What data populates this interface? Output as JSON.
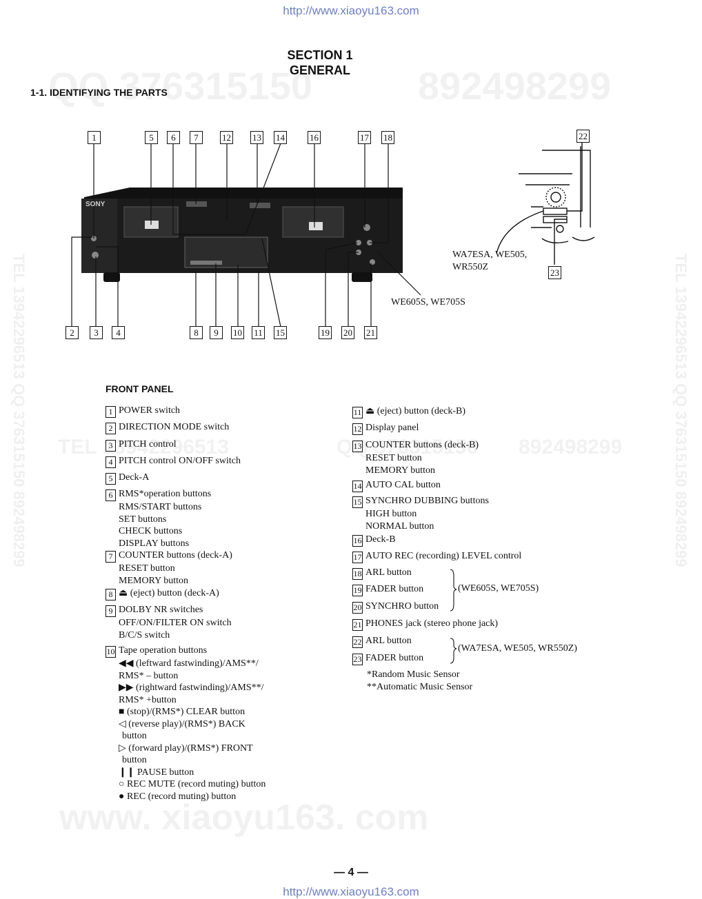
{
  "header_url": "http://www.xiaoyu163.com",
  "footer_url": "http://www.xiaoyu163.com",
  "watermarks": {
    "qq_top": "QQ 376315150",
    "num_top": "892498299",
    "tel_mid": "TEL 13942296513",
    "qq_mid": "QQ 376315150",
    "num_mid": "892498299",
    "site": "www. xiaoyu163. com",
    "side_left": "TEL 13942296513  QQ 376315150  892498299",
    "side_right": "TEL 13942296513  QQ 376315150  892498299"
  },
  "section": {
    "line1": "SECTION 1",
    "line2": "GENERAL"
  },
  "subtitle": "1-1. IDENTIFYING THE PARTS",
  "diagram": {
    "brand": "SONY",
    "top_callouts": [
      "1",
      "5",
      "6",
      "7",
      "12",
      "13",
      "14",
      "16",
      "17",
      "18"
    ],
    "bottom_callouts": [
      "2",
      "3",
      "4",
      "8",
      "9",
      "10",
      "11",
      "15",
      "19",
      "20",
      "21"
    ],
    "inset_callouts": [
      "22",
      "23"
    ],
    "label_inset": "WA7ESA, WE505, WR550Z",
    "label_inset_l1": "WA7ESA, WE505,",
    "label_inset_l2": "WR550Z",
    "label_front": "WE605S, WE705S"
  },
  "front_panel": {
    "heading": "FRONT PANEL",
    "left": [
      {
        "n": "1",
        "t": "POWER switch",
        "s": []
      },
      {
        "n": "2",
        "t": "DIRECTION MODE switch",
        "s": []
      },
      {
        "n": "3",
        "t": "PITCH control",
        "s": []
      },
      {
        "n": "4",
        "t": "PITCH control ON/OFF switch",
        "s": []
      },
      {
        "n": "5",
        "t": "Deck-A",
        "s": []
      },
      {
        "n": "6",
        "t": "RMS*operation buttons",
        "s": [
          "RMS/START buttons",
          "SET buttons",
          "CHECK buttons",
          "DISPLAY buttons"
        ]
      },
      {
        "n": "7",
        "t": "COUNTER buttons (deck-A)",
        "s": [
          "RESET button",
          "MEMORY button"
        ]
      },
      {
        "n": "8",
        "t": "⏏ (eject) button (deck-A)",
        "s": []
      },
      {
        "n": "9",
        "t": "DOLBY NR switches",
        "s": [
          "OFF/ON/FILTER ON switch",
          "B/C/S switch"
        ]
      },
      {
        "n": "10",
        "t": "Tape operation buttons",
        "s": [
          "◀◀ (leftward fastwinding)/AMS**/",
          "RMS* – button",
          "▶▶ (rightward fastwinding)/AMS**/",
          "RMS* +button",
          "■ (stop)/(RMS*) CLEAR button",
          "◁ (reverse play)/(RMS*) BACK",
          "button",
          "▷ (forward play)/(RMS*) FRONT",
          "button",
          "❙❙ PAUSE button",
          "○ REC MUTE (record muting) button",
          "● REC (record muting) button"
        ]
      }
    ],
    "right": [
      {
        "n": "11",
        "t": "⏏ (eject) button (deck-B)",
        "s": []
      },
      {
        "n": "12",
        "t": "Display panel",
        "s": []
      },
      {
        "n": "13",
        "t": "COUNTER buttons (deck-B)",
        "s": [
          "RESET button",
          "MEMORY button"
        ]
      },
      {
        "n": "14",
        "t": "AUTO CAL button",
        "s": []
      },
      {
        "n": "15",
        "t": "SYNCHRO DUBBING buttons",
        "s": [
          "HIGH button",
          "NORMAL button"
        ]
      },
      {
        "n": "16",
        "t": "Deck-B",
        "s": []
      },
      {
        "n": "17",
        "t": "AUTO REC (recording) LEVEL control",
        "s": []
      },
      {
        "n": "18",
        "t": "ARL button",
        "s": []
      },
      {
        "n": "19",
        "t": "FADER button",
        "s": []
      },
      {
        "n": "20",
        "t": "SYNCHRO button",
        "s": []
      },
      {
        "n": "21",
        "t": "PHONES jack (stereo phone jack)",
        "s": []
      },
      {
        "n": "22",
        "t": "ARL button",
        "s": []
      },
      {
        "n": "23",
        "t": "FADER button",
        "s": []
      }
    ],
    "brace_1": "(WE605S, WE705S)",
    "brace_2": "(WA7ESA, WE505, WR550Z)",
    "note_1": "*Random Music Sensor",
    "note_2": "**Automatic Music Sensor"
  },
  "page_number": "— 4 —"
}
